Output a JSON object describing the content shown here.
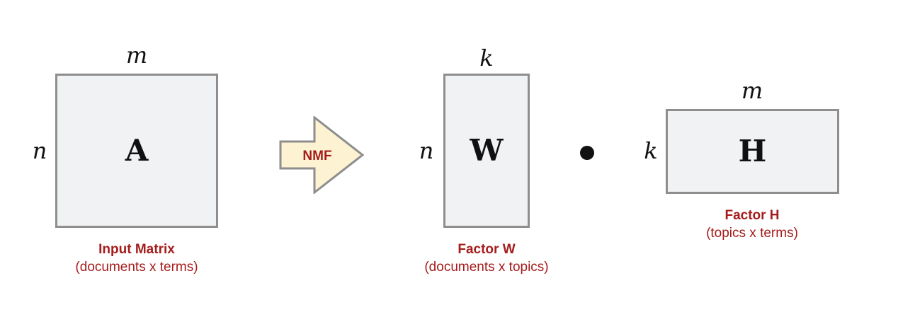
{
  "matrix_a": {
    "letter": "A",
    "rows_label": "n",
    "cols_label": "m",
    "caption_title": "Input Matrix",
    "caption_sub": "(documents x terms)"
  },
  "arrow": {
    "label": "NMF",
    "fill_color": "#fdf3d3",
    "label_color": "#a51c1c"
  },
  "matrix_w": {
    "letter": "W",
    "rows_label": "n",
    "cols_label": "k",
    "caption_title": "Factor W",
    "caption_sub": "(documents x topics)"
  },
  "operator": {
    "symbol_name": "dot-product-icon"
  },
  "matrix_h": {
    "letter": "H",
    "rows_label": "k",
    "cols_label": "m",
    "caption_title": "Factor H",
    "caption_sub": "(topics x terms)"
  },
  "colors": {
    "matrix_fill": "#f1f2f4",
    "matrix_border": "#8e8e8e",
    "caption": "#a51c1c"
  }
}
